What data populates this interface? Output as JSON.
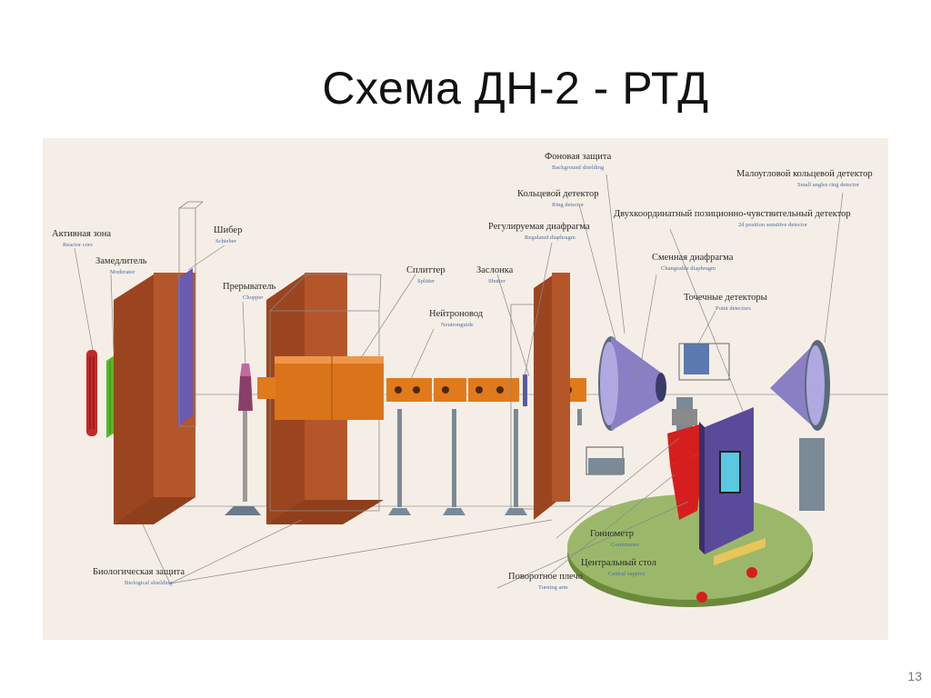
{
  "slide": {
    "title": "Схема ДН-2 - РТД",
    "page_number": "13"
  },
  "labels": {
    "reactor_core": {
      "ru": "Активная зона",
      "en": "Reactor core"
    },
    "moderator": {
      "ru": "Замедлитель",
      "en": "Moderator"
    },
    "schieber": {
      "ru": "Шибер",
      "en": "Schieber"
    },
    "chopper": {
      "ru": "Прерыватель",
      "en": "Chopper"
    },
    "splitter": {
      "ru": "Сплиттер",
      "en": "Splitter"
    },
    "neutronguide": {
      "ru": "Нейтроновод",
      "en": "Neutronguide"
    },
    "shutter": {
      "ru": "Заслонка",
      "en": "Shutter"
    },
    "regulated_diaphragm": {
      "ru": "Регулируемая диафрагма",
      "en": "Regulated diaphragm"
    },
    "ring_detector": {
      "ru": "Кольцевой детектор",
      "en": "Ring detector"
    },
    "background_shielding": {
      "ru": "Фоновая защита",
      "en": "Background shielding"
    },
    "psd": {
      "ru": "Двухкоординатный позиционно-чувствительный детектор",
      "en": "2d position sensitive detector"
    },
    "small_angle_ring": {
      "ru": "Малоугловой кольцевой детектор",
      "en": "Small angles ring detector"
    },
    "changeable_diaphragm": {
      "ru": "Сменная диафрагма",
      "en": "Changeable diaphragm"
    },
    "point_detectors": {
      "ru": "Точечные детекторы",
      "en": "Point detectors"
    },
    "goniometer": {
      "ru": "Гониометр",
      "en": "Goniometer"
    },
    "central_support": {
      "ru": "Центральный стол",
      "en": "Central support"
    },
    "turning_arm": {
      "ru": "Поворотное плечо",
      "en": "Turning arm"
    },
    "biological_shielding": {
      "ru": "Биологическая защита",
      "en": "Biological shielding"
    }
  },
  "colors": {
    "figure_bg": "#f5eee6",
    "shielding": "#b5562a",
    "shielding_dark": "#8f3f1c",
    "guide": "#e07a1c",
    "table": "#7a9a4a",
    "detector": "#8a7fc4",
    "psd": "#5a4a9a",
    "goniometer_red": "#d61e1e",
    "core_red": "#c62828",
    "moderator_green": "#59b82a",
    "label_line": "#8a8a8a"
  }
}
